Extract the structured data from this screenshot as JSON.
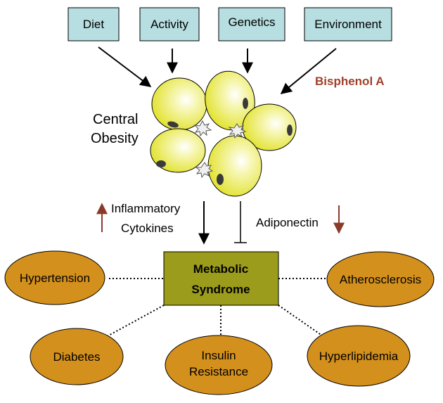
{
  "factors": [
    "Diet",
    "Activity",
    "Genetics",
    "Environment"
  ],
  "bisphenol": "Bisphenol A",
  "central_obesity": [
    "Central",
    "Obesity"
  ],
  "inflammatory": [
    "Inflammatory",
    "Cytokines"
  ],
  "adiponectin": "Adiponectin",
  "metabolic": [
    "Metabolic",
    "Syndrome"
  ],
  "outcomes": {
    "hypertension": "Hypertension",
    "atherosclerosis": "Atherosclerosis",
    "diabetes": "Diabetes",
    "insulin": [
      "Insulin",
      "Resistance"
    ],
    "hyperlipidemia": "Hyperlipidemia"
  },
  "colors": {
    "factor_box": "#b7dee0",
    "cell_fill": "#e8e839",
    "nucleus": "#3a3a3a",
    "metabolic_box": "#9c9c1c",
    "outcome": "#d4901c",
    "up_down_arrow": "#8b3a2a",
    "bisphenol_text": "#a0402a"
  }
}
